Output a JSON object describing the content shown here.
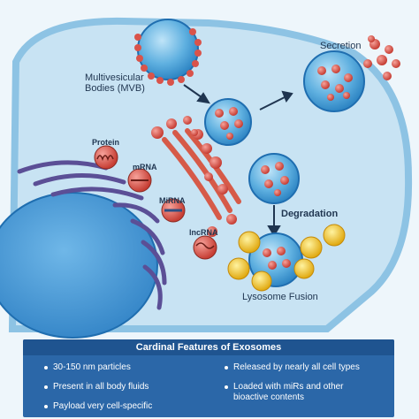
{
  "labels": {
    "mvb": [
      "Multivesicular",
      "Bodies (MVB)"
    ],
    "secretion": "Secretion",
    "protein": "Protein",
    "mrna": "mRNA",
    "mirna": "MiRNA",
    "lncrna": "lncRNA",
    "degradation": "Degradation",
    "lysosome_fusion": "Lysosome Fusion"
  },
  "panel": {
    "title": "Cardinal Features of Exosomes",
    "left_items": [
      "30-150 nm particles",
      "Present in all body fluids",
      "Payload very cell-specific"
    ],
    "right_items": [
      [
        "Released by nearly all cell types"
      ],
      [
        "Loaded with miRs and other",
        "bioactive contents"
      ]
    ]
  },
  "colors": {
    "cytoplasm": "#c8e3f3",
    "membrane": "#8dc3e4",
    "vesicle": "#2f86c4",
    "cargo": "#d9534a",
    "golgi": "#d65a48",
    "nucleus": "#3a8fd0",
    "er": "#5b4f96",
    "lysosome": "#f0c419",
    "panel": "#2b67a8"
  }
}
